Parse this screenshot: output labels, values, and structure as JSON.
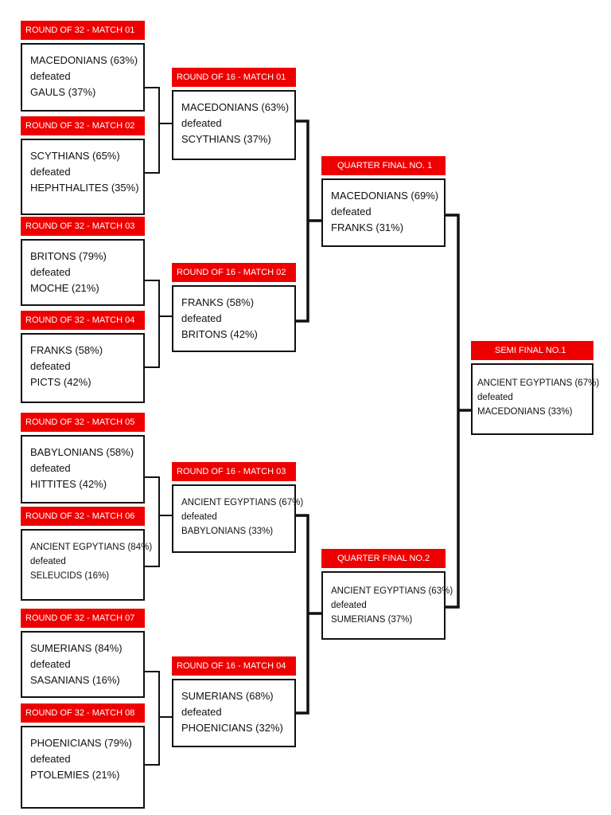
{
  "r32": [
    {
      "title": "ROUND OF 32 - MATCH 01",
      "winner": "MACEDONIANS (63%)",
      "verb": "defeated",
      "loser": "GAULS (37%)"
    },
    {
      "title": "ROUND OF 32 - MATCH 02",
      "winner": "SCYTHIANS (65%)",
      "verb": "defeated",
      "loser": "HEPHTHALITES (35%)"
    },
    {
      "title": "ROUND OF 32 - MATCH 03",
      "winner": "BRITONS (79%)",
      "verb": "defeated",
      "loser": "MOCHE (21%)"
    },
    {
      "title": "ROUND OF 32 - MATCH 04",
      "winner": "FRANKS (58%)",
      "verb": "defeated",
      "loser": "PICTS (42%)"
    },
    {
      "title": "ROUND OF 32 - MATCH 05",
      "winner": "BABYLONIANS (58%)",
      "verb": "defeated",
      "loser": "HITTITES (42%)"
    },
    {
      "title": "ROUND OF 32 - MATCH 06",
      "winner": "ANCIENT EGPYTIANS (84%)",
      "verb": "defeated",
      "loser": "SELEUCIDS (16%)"
    },
    {
      "title": "ROUND OF 32 - MATCH 07",
      "winner": "SUMERIANS (84%)",
      "verb": "defeated",
      "loser": "SASANIANS (16%)"
    },
    {
      "title": "ROUND OF 32 - MATCH 08",
      "winner": "PHOENICIANS (79%)",
      "verb": "defeated",
      "loser": "PTOLEMIES (21%)"
    }
  ],
  "r16": [
    {
      "title": "ROUND OF 16 - MATCH 01",
      "winner": "MACEDONIANS (63%)",
      "verb": "defeated",
      "loser": "SCYTHIANS (37%)"
    },
    {
      "title": "ROUND OF 16 - MATCH 02",
      "winner": "FRANKS (58%)",
      "verb": "defeated",
      "loser": "BRITONS (42%)"
    },
    {
      "title": "ROUND OF 16 - MATCH 03",
      "winner": "ANCIENT EGYPTIANS (67%)",
      "verb": "defeated",
      "loser": "BABYLONIANS (33%)"
    },
    {
      "title": "ROUND OF 16 - MATCH 04",
      "winner": "SUMERIANS (68%)",
      "verb": "defeated",
      "loser": "PHOENICIANS (32%)"
    }
  ],
  "qf": [
    {
      "title": "QUARTER FINAL NO. 1",
      "winner": "MACEDONIANS (69%)",
      "verb": "defeated",
      "loser": "FRANKS (31%)"
    },
    {
      "title": "QUARTER FINAL NO.2",
      "winner": "ANCIENT EGYPTIANS (63%)",
      "verb": "defeated",
      "loser": "SUMERIANS (37%)"
    }
  ],
  "sf": [
    {
      "title": "SEMI FINAL NO.1",
      "winner": "ANCIENT EGYPTIANS (67%)",
      "verb": "defeated",
      "loser": "MACEDONIANS (33%)"
    }
  ],
  "colors": {
    "header_bg": "#ee0000",
    "header_text": "#ffffff",
    "border": "#111111"
  }
}
